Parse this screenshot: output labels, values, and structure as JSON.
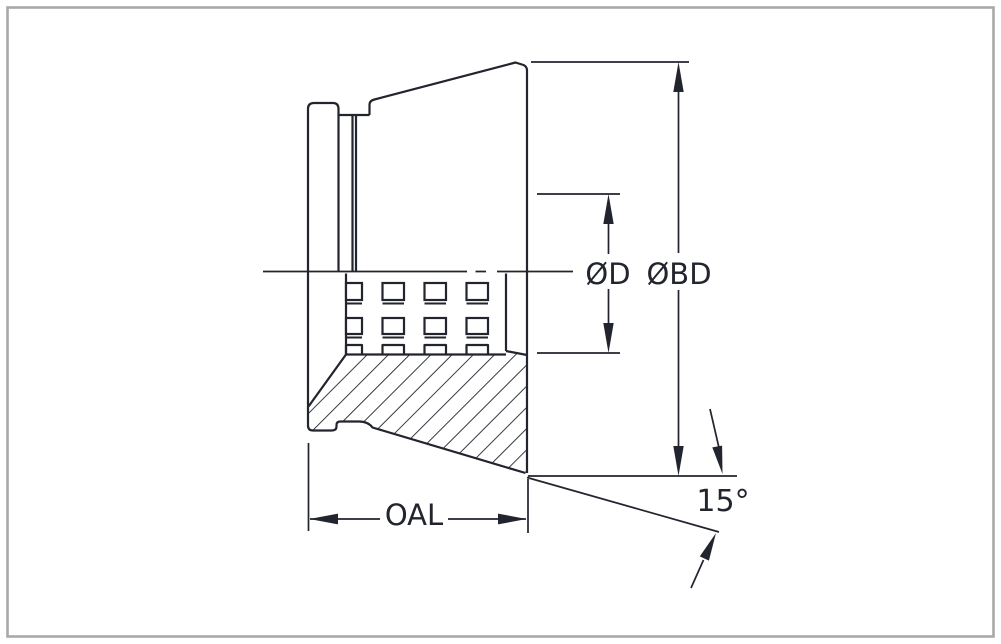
{
  "drawing": {
    "labels": {
      "bore_diameter": "ØD",
      "body_diameter": "ØBD",
      "overall_length": "OAL",
      "taper_angle": "15°"
    },
    "colors": {
      "line": "#22242e",
      "border": "#a9a9a9",
      "background": "#ffffff"
    }
  }
}
